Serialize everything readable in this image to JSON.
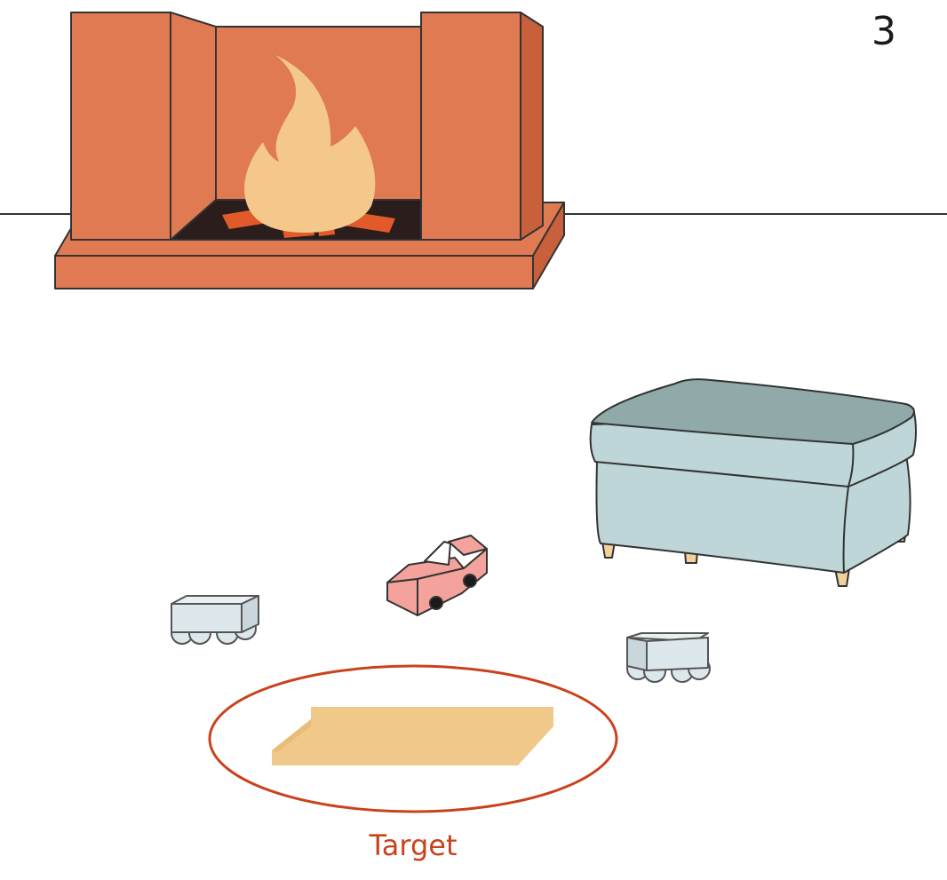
{
  "page_number": "3",
  "target": {
    "label": "Target",
    "color": "#c9421c"
  },
  "colors": {
    "brick": "#e07a53",
    "brick_dark": "#c8603b",
    "flame": "#f4c88a",
    "ottoman_top": "#8faaa8",
    "ottoman_body": "#bed6d7",
    "truck": "#f4a29c",
    "wagon": "#dde8ec",
    "ramp": "#f0c98a"
  },
  "objects": [
    "fireplace",
    "ottoman",
    "toy-truck",
    "toy-wagon-left",
    "toy-wagon-right",
    "ramp"
  ]
}
